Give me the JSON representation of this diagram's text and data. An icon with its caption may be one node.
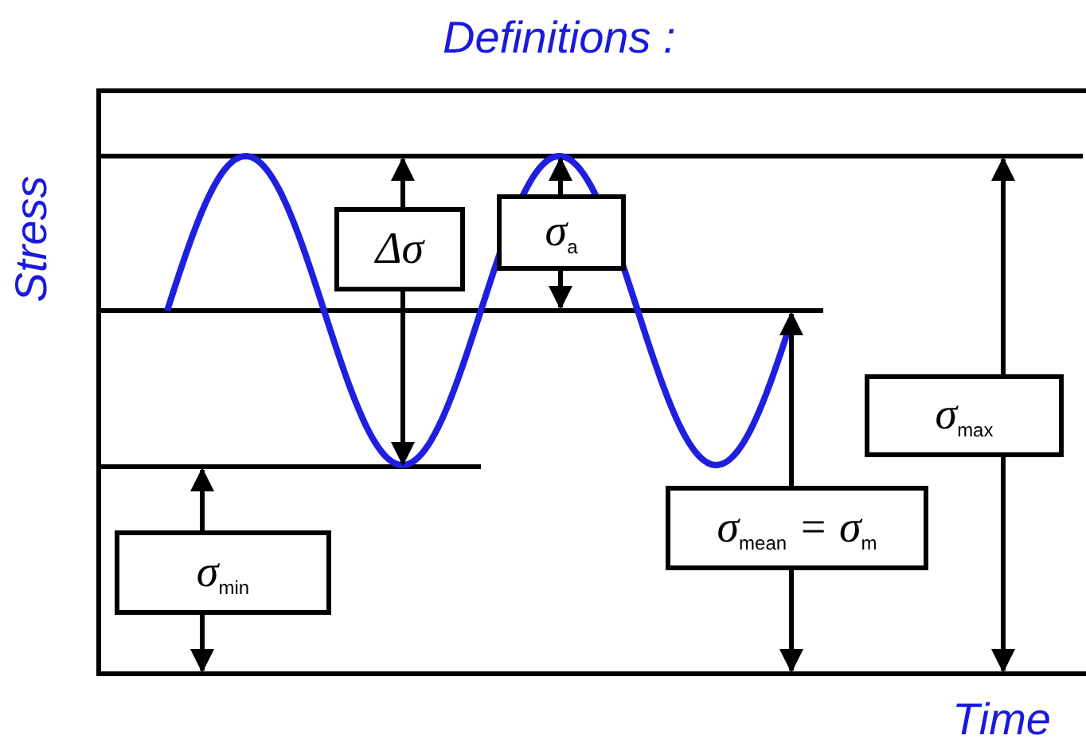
{
  "diagram": {
    "title": "Definitions :",
    "nodes": [
      {
        "text": [
          "Δσ"
        ]
      },
      {
        "text": [
          "σ$_{a}$"
        ]
      },
      {
        "text": [
          "σ$_{max}$"
        ]
      },
      {
        "text": [
          "σ$_{mean}$ = σ$_{m}$"
        ]
      },
      {
        "text": [
          "σ$_{min}$"
        ]
      }
    ],
    "labels": [
      "Stress",
      "Time"
    ]
  }
}
